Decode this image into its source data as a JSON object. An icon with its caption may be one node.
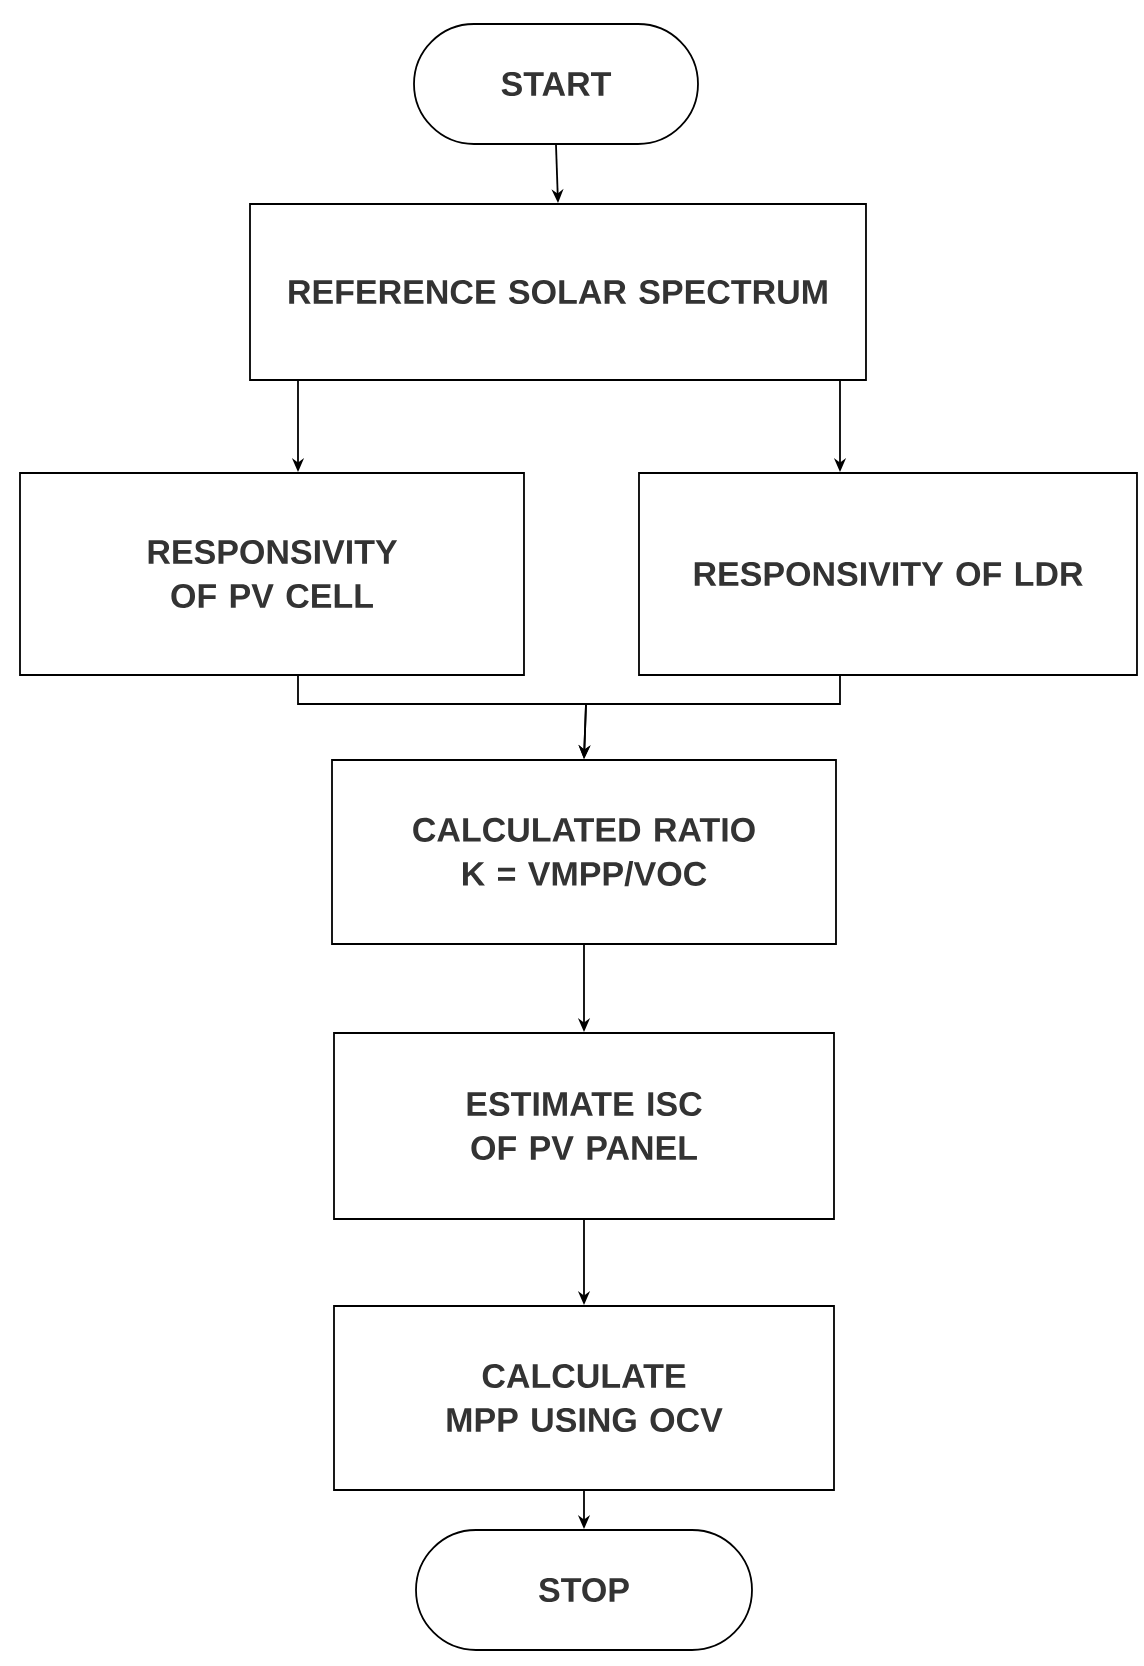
{
  "diagram": {
    "nodes": [
      {
        "text": [
          "START"
        ]
      },
      {
        "text": [
          "REFERENCE SOLAR SPECTRUM"
        ]
      },
      {
        "text": [
          "RESPONSIVITY OF PV CELL"
        ]
      },
      {
        "text": [
          "RESPONSIVITY OF LDR"
        ]
      },
      {
        "text": [
          "CALCULATED RATIO K = VMPP/VOC"
        ]
      },
      {
        "text": [
          "ESTIMATE ISC OF PV PANEL"
        ]
      },
      {
        "text": [
          "CALCULATE MPP USING OCV"
        ]
      },
      {
        "text": [
          "STOP"
        ]
      }
    ],
    "edges": [
      {
        "from": 0,
        "to": 1,
        "arrow": "to"
      },
      {
        "from": 1,
        "to": 2,
        "arrow": "to"
      },
      {
        "from": 1,
        "to": 3,
        "arrow": "to"
      },
      {
        "from": 2,
        "to": 4,
        "arrow": "to"
      },
      {
        "from": 3,
        "to": 4,
        "arrow": "to"
      },
      {
        "from": 4,
        "to": 5,
        "arrow": "to"
      },
      {
        "from": 5,
        "to": 6,
        "arrow": "to"
      },
      {
        "from": 6,
        "to": 7,
        "arrow": "to"
      }
    ]
  }
}
